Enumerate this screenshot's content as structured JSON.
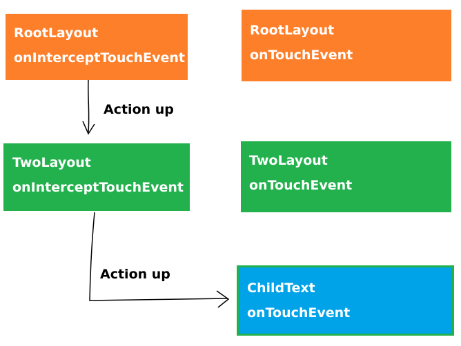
{
  "colors": {
    "orange": "#fe7f2a",
    "green": "#22b14c",
    "blue": "#00a2e8",
    "green_border": "#22b14c"
  },
  "boxes": {
    "root_intercept": {
      "title": "RootLayout",
      "event": "onInterceptTouchEvent"
    },
    "root_touch": {
      "title": "RootLayout",
      "event": "onTouchEvent"
    },
    "two_intercept": {
      "title": "TwoLayout",
      "event": "onInterceptTouchEvent"
    },
    "two_touch": {
      "title": "TwoLayout",
      "event": "onTouchEvent"
    },
    "child_touch": {
      "title": "ChildText",
      "event": "onTouchEvent"
    }
  },
  "arrows": [
    {
      "label": "Action up"
    },
    {
      "label": "Action up"
    }
  ]
}
